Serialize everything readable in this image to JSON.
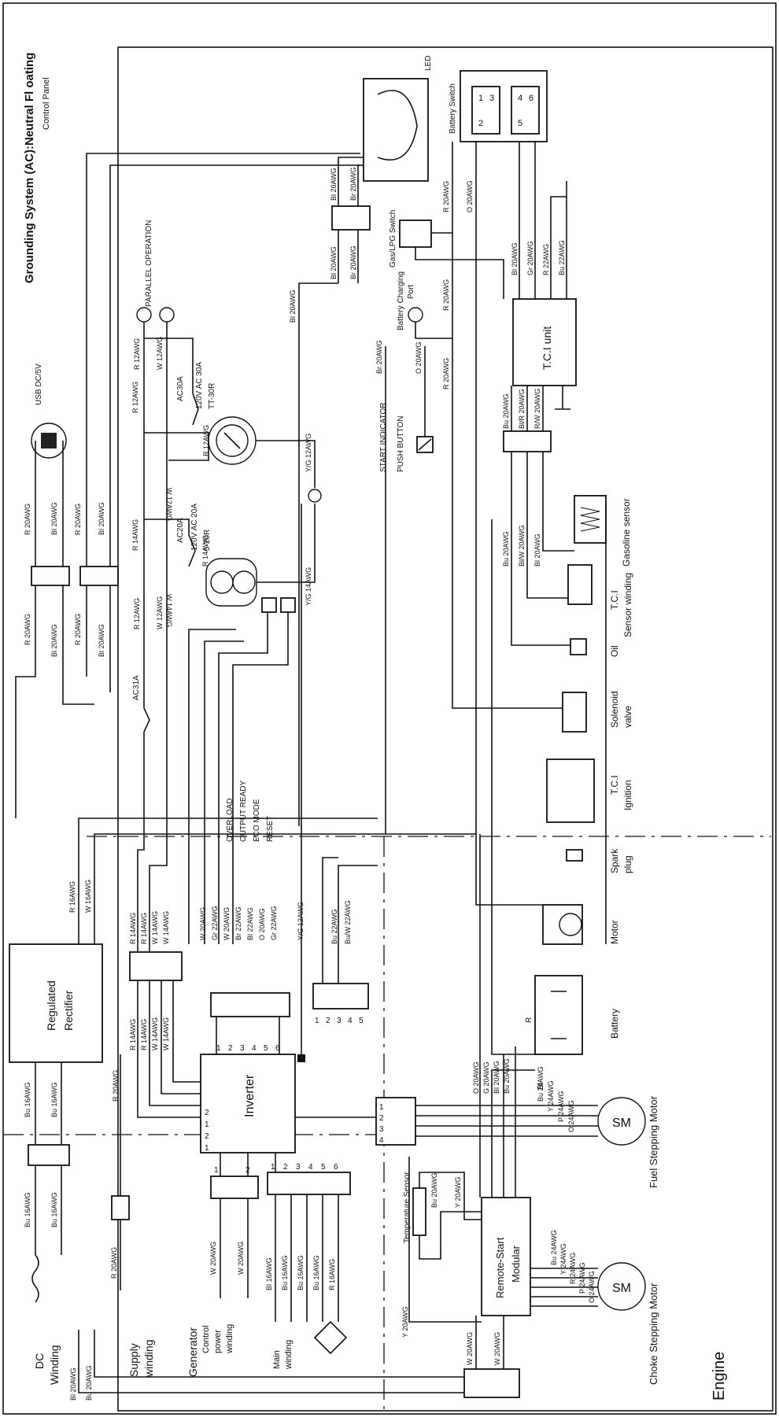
{
  "header": {
    "title": "Grounding System (AC):Neutral Fl oating",
    "subtitle": "Control Panel"
  },
  "sections": {
    "generator": "Generator",
    "engine": "Engine"
  },
  "components": {
    "usb": "USB DC/5V",
    "parallel": "PARALLEL OPERATION",
    "outlet30": [
      "120V AC 30A",
      "TT-30R"
    ],
    "outlet20": [
      "120V AC 20A",
      "5-20R"
    ],
    "breaker30": "AC30A",
    "breaker20": "AC20A",
    "breaker31": "AC31A",
    "led": "LED",
    "battery_switch": "Battery Switch",
    "gas_switch": "Gas/LPG Switch",
    "charging_port": [
      "Battery Charging",
      "Port"
    ],
    "start_indicator": "START INDICATOR",
    "push_button": "PUSH BUTTON",
    "tci_unit": "T.C.I unit",
    "gasoline_sensor": "Gasoline sensor",
    "tci_sensor": [
      "T.C.I",
      "Sensor winding"
    ],
    "oil": "Oil",
    "solenoid": [
      "Solenoid",
      "valve"
    ],
    "tci_ignition": [
      "T.C.I",
      "Ignition"
    ],
    "spark": [
      "Spark",
      "plug"
    ],
    "motor": "Motor",
    "battery": "Battery",
    "panel_labels": [
      "OVERLOAD",
      "OUTPUT READY",
      "ECO MODE",
      "RESET"
    ],
    "rectifier": [
      "Regulated",
      "Rectifier"
    ],
    "inverter": "Inverter",
    "remote_start": [
      "Remote-Start",
      "Modular"
    ],
    "sm": "SM",
    "fuel_motor": "Fuel Stepping Motor",
    "choke_motor": "Choke Stepping Motor",
    "temp_sensor": "Temperature Sensor",
    "dc_winding": [
      "DC",
      "Winding"
    ],
    "supply_winding": [
      "Supply",
      "winding"
    ],
    "control_winding": [
      "Control",
      "power",
      "winding"
    ],
    "main_winding": [
      "Main",
      "winding"
    ],
    "bl_label": "Bl",
    "r_label": "R"
  },
  "wires": {
    "usb_a": "R 20AWG",
    "usb_b": "Bl 20AWG",
    "usb_c": "R 20AWG",
    "usb_d": "Bl 20AWG",
    "usb_e": "R 20AWG",
    "usb_f": "Bl 20AWG",
    "usb_g": "R 20AWG",
    "usb_h": "Bl 20AWG",
    "r12a": "R 12AWG",
    "r12b": "R 12AWG",
    "w12": "W 12AWG",
    "r12c": "R 12AWG",
    "w12b": "W 12AWG",
    "yg12": "Y/G 12AWG",
    "r14a": "R 14AWG",
    "w14a": "W 14AWG",
    "r14b": "R 14AWG",
    "yg14": "Y/G 14AWG",
    "r12d": "R 12AWG",
    "w12c": "W 12AWG",
    "led_bl": "Bl 20AWG",
    "led_br": "Br 20AWG",
    "led_bl2": "Bl 20AWG",
    "led_br2": "Br 20AWG",
    "bl20": "Bl 20AWG",
    "br20": "Br 20AWG",
    "o20": "O 20AWG",
    "r20a": "R 20AWG",
    "r20b": "R 20AWG",
    "o20b": "O 20AWG",
    "r20c": "R 20AWG",
    "tci_wires": [
      "Bl 20AWG",
      "Gr 20AWG",
      "R 22AWG",
      "Bu 22AWG"
    ],
    "tci_in": [
      "Bu 20AWG",
      "Bl/R 20AWG",
      "R/W 20AWG"
    ],
    "sensor_wires": [
      "Bu 20AWG",
      "Bl/W 20AWG",
      "Bl 20AWG"
    ],
    "rect_r16": "R 16AWG",
    "rect_w16": "W 16AWG",
    "inv_left": [
      "R 14AWG",
      "R 14AWG",
      "W 14AWG",
      "W 14AWG"
    ],
    "inv_top": [
      "R 14AWG",
      "R 14AWG",
      "W 14AWG",
      "W 14AWG"
    ],
    "panel_wires": [
      "W 20AWG",
      "Gr 22AWG",
      "W 20AWG",
      "Br 22AWG",
      "Bl 22AWG",
      "O 20AWG",
      "Gr 22AWG"
    ],
    "inv_yg": "Y/G 12AWG",
    "inv_right": [
      "Bu 22AWG",
      "Bu/W 22AWG"
    ],
    "fuel_side": [
      "O 20AWG",
      "G 20AWG",
      "Bl 20AWG",
      "Bu 20AWG"
    ],
    "fuel_motor_wires": [
      "Bu 24AWG",
      "Y 24AWG",
      "P 24AWG",
      "O 24AWG"
    ],
    "choke_wires": [
      "Bu 24AWG",
      "Y 24AWG",
      "R 24AWG",
      "P 24AWG",
      "O 24AWG"
    ],
    "dc_bu": [
      "Bu 16AWG",
      "Bu 16AWG"
    ],
    "dc_bu2": [
      "Bu 16AWG",
      "Bu 16AWG"
    ],
    "rect_r20": "R 20AWG",
    "supply_r20": "R 20AWG",
    "control_w": [
      "W 20AWG",
      "W 20AWG"
    ],
    "main_w": [
      "Bl 16AWG",
      "Bu 16AWG",
      "Bu 16AWG",
      "Bu 16AWG",
      "R 16AWG"
    ],
    "temp_bu": "Bu 20AWG",
    "temp_y": "Y 20AWG",
    "temp_y2": "Y 20AWG",
    "eng_w": [
      "W 20AWG",
      "W 20AWG"
    ],
    "dc_bl": [
      "Bl 20AWG",
      "Bu 20AWG"
    ]
  },
  "pins": {
    "inv_left": [
      "1",
      "2",
      "1",
      "2"
    ],
    "inv_top": [
      "1",
      "2",
      "3",
      "4",
      "5",
      "6"
    ],
    "inv_right": [
      "1",
      "2",
      "3",
      "4",
      "5"
    ],
    "inv_bottom": [
      "1",
      "2",
      "3",
      "4"
    ],
    "ctrl": [
      "1",
      "2"
    ],
    "main": [
      "1",
      "2",
      "3",
      "4",
      "5",
      "6"
    ],
    "batt_sw": [
      "1",
      "2",
      "3",
      "4",
      "5",
      "6"
    ]
  }
}
